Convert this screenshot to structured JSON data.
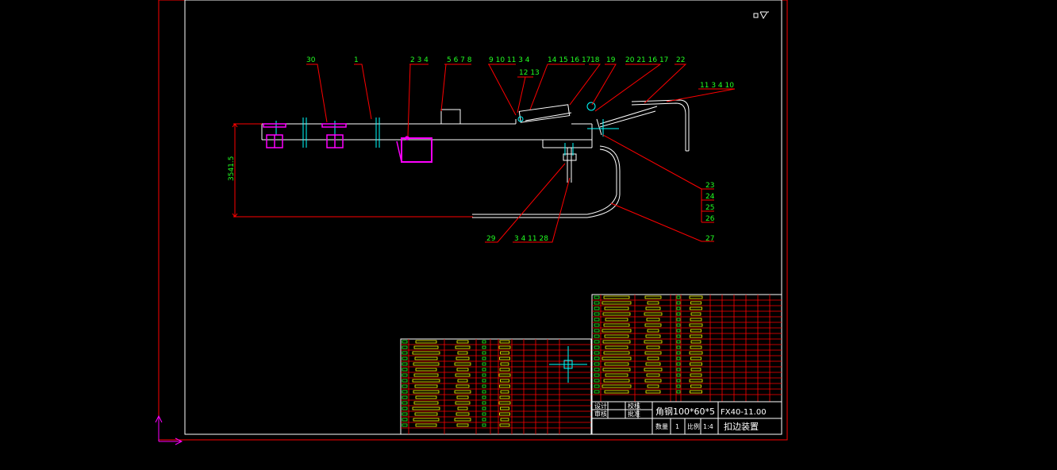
{
  "drawing": {
    "part_labels": {
      "p30": "30",
      "p1": "1",
      "p234": "2 3 4",
      "p5678": "5 6 7 8",
      "p910": "9 10 11  3  4",
      "p1213": "12 13",
      "p1417": "14 15 16 17",
      "p18": "18",
      "p19": "19",
      "p2017": "20 21 16 17",
      "p22": "22",
      "p11310": "11  3  4  10",
      "p23": "23",
      "p24": "24",
      "p25": "25",
      "p26": "26",
      "p27": "27",
      "p29": "29",
      "p3428": "3  4  11 28"
    },
    "dimension": "3541.5"
  },
  "title_block": {
    "labels": {
      "design": "设计",
      "check": "校核",
      "audit": "审核",
      "approve": "批准",
      "quantity": "数量",
      "scale": "比例"
    },
    "material": "角钢100*60*5",
    "drawing_no": "FX40-11.00",
    "quantity_value": "1",
    "scale_value": "1:4",
    "name": "扣边装置"
  },
  "colors": {
    "background": "#000000",
    "border": "#ff0000",
    "frame": "#ffffff",
    "leader": "#ff0000",
    "label": "#22ff22",
    "accent": "#ff00ff",
    "component": "#00ffff",
    "cell": "#ffff00"
  },
  "icons": {
    "ucs": "ucs-axis-icon",
    "crosshair": "crosshair-cursor-icon",
    "surface": "surface-finish-icon"
  }
}
